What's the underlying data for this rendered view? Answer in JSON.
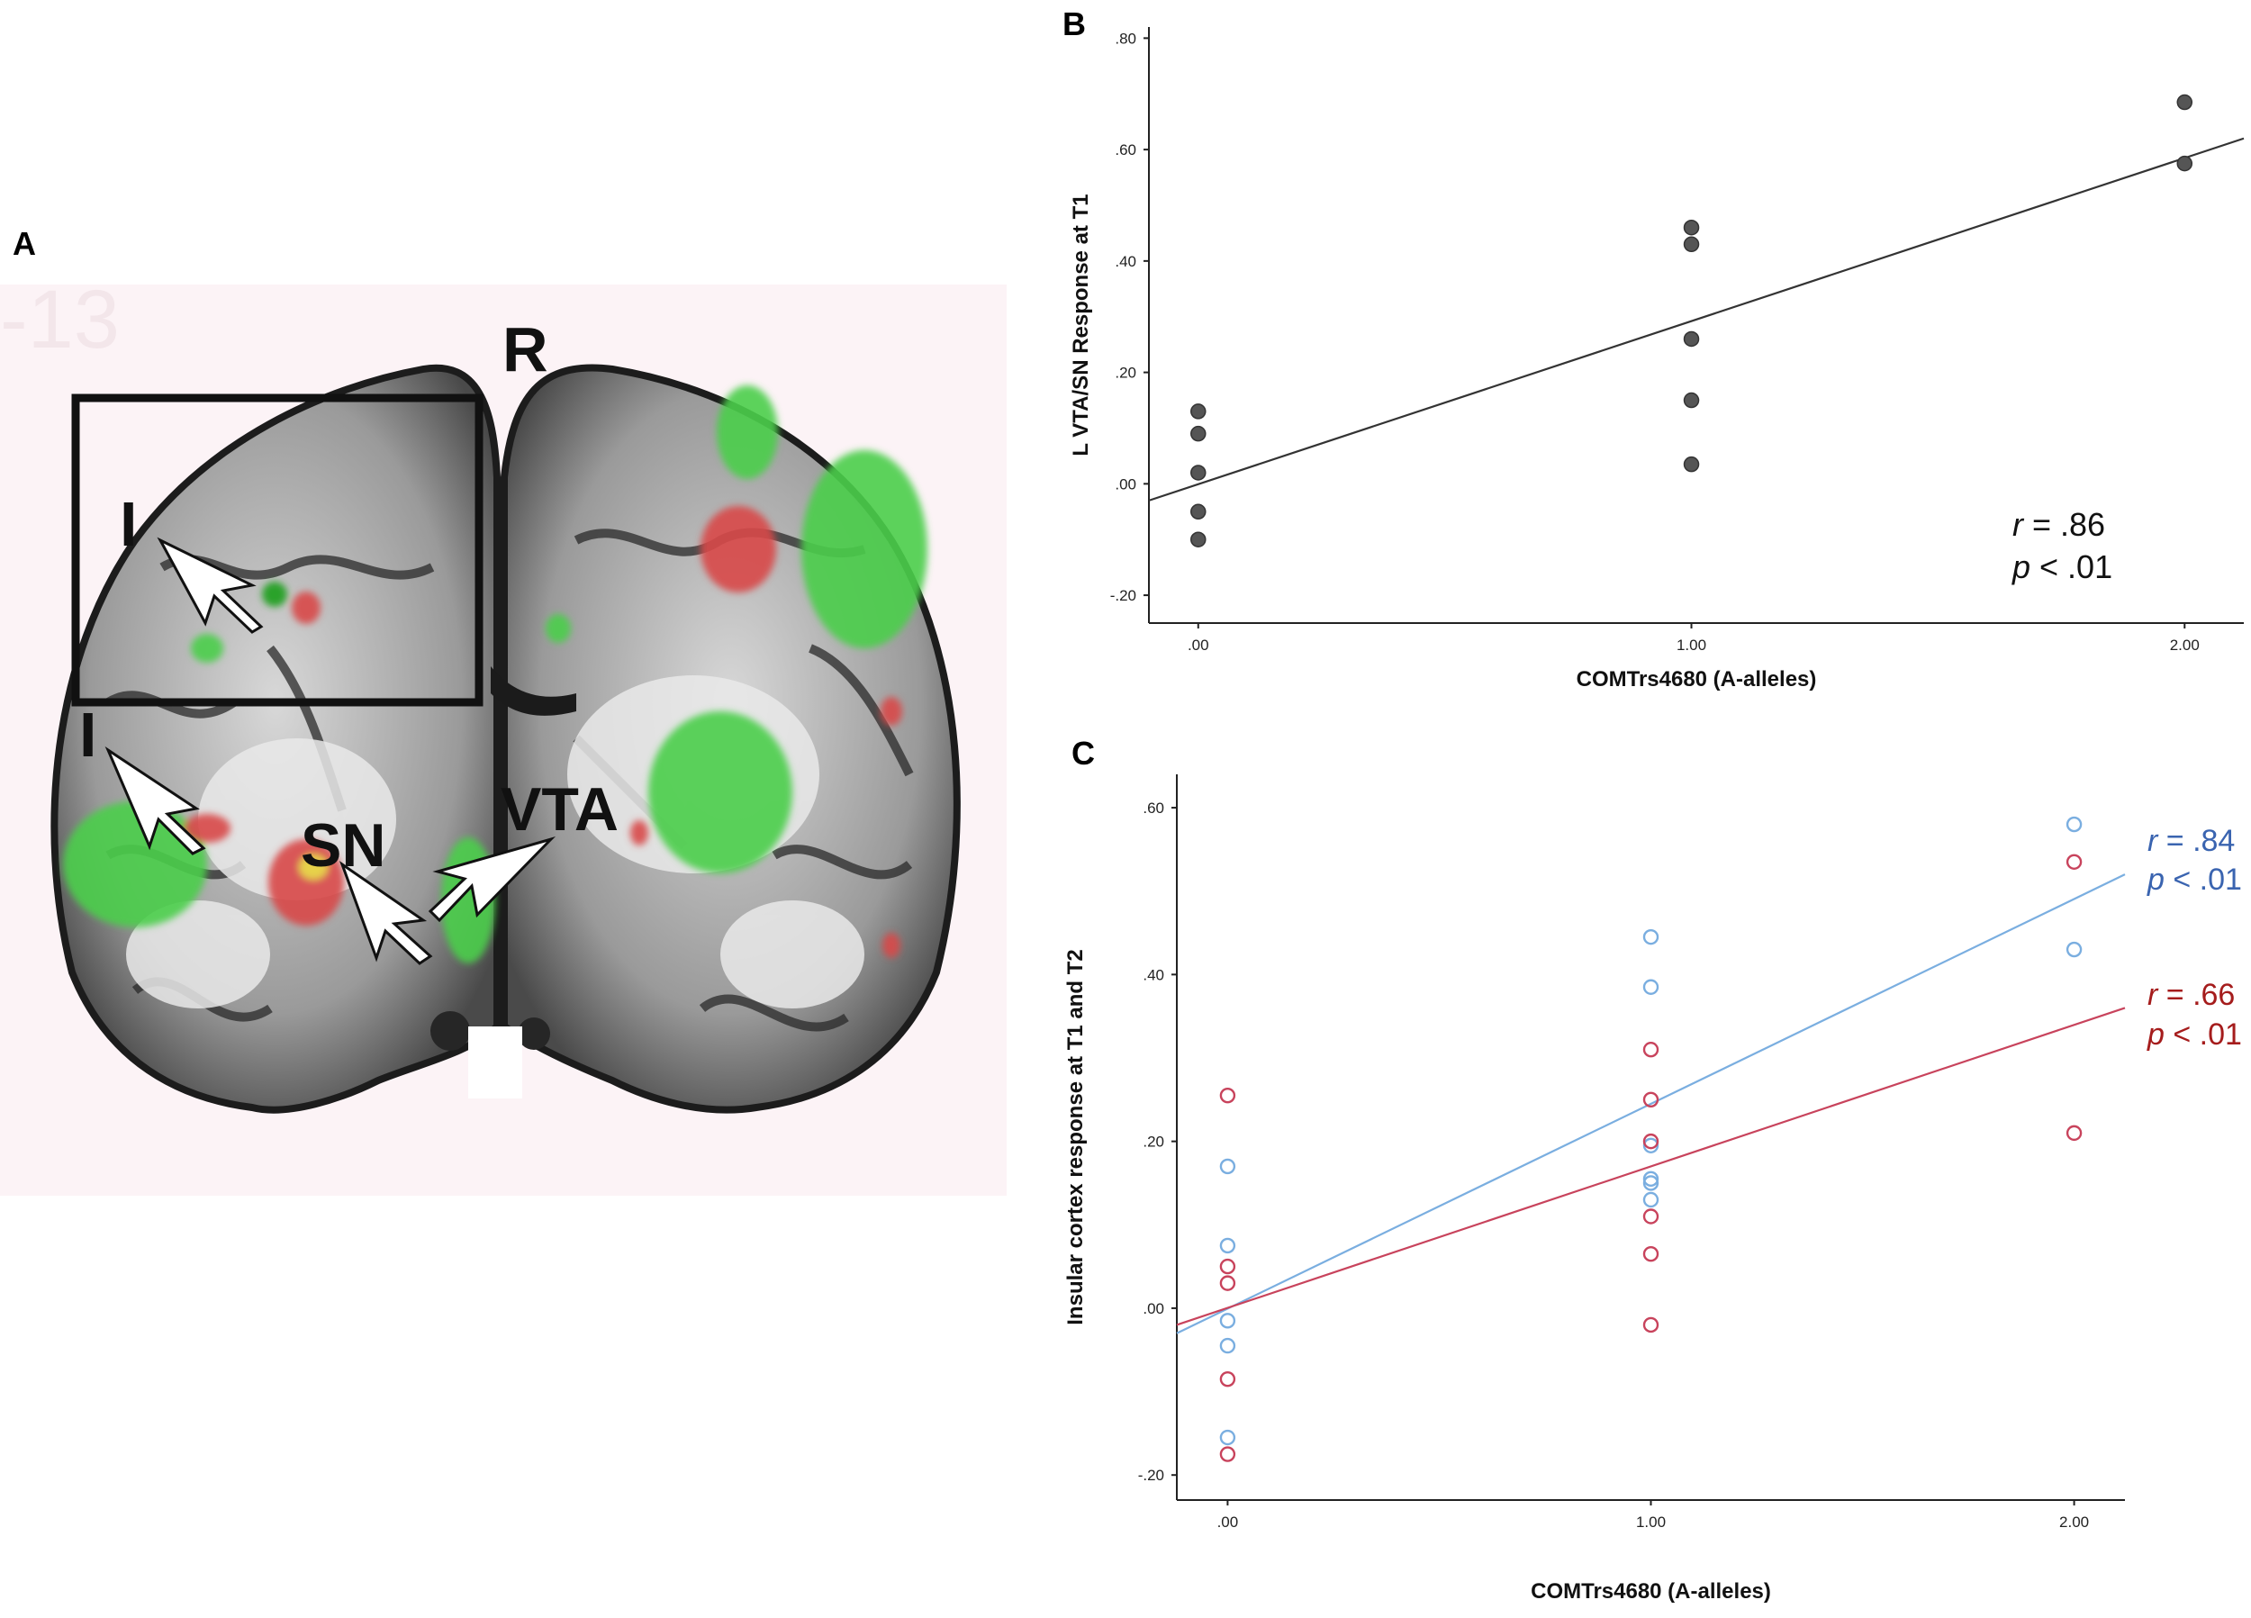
{
  "panels": {
    "a": {
      "letter": "A",
      "slice_number": "-13",
      "orientation_label": "R",
      "labels": {
        "insula_upper": "I",
        "insula_lower": "I",
        "sn": "SN",
        "vta": "VTA"
      },
      "colors": {
        "red": "#d94a4a",
        "green": "#4ccf4c",
        "yellow": "#e8d84a",
        "box": "#111111"
      }
    },
    "b": {
      "letter": "B"
    },
    "c": {
      "letter": "C"
    }
  },
  "chart_data": [
    {
      "type": "scatter",
      "panel": "B",
      "xlabel": "COMTrs4680 (A-alleles)",
      "ylabel": "L VTA/SN Response at T1",
      "xlim": [
        -0.1,
        2.12
      ],
      "ylim": [
        -0.25,
        0.82
      ],
      "xticks": [
        0,
        1,
        2
      ],
      "xtick_labels": [
        ".00",
        "1.00",
        "2.00"
      ],
      "yticks": [
        -0.2,
        0,
        0.2,
        0.4,
        0.6,
        0.8
      ],
      "ytick_labels": [
        "-.20",
        ".00",
        ".20",
        ".40",
        ".60",
        ".80"
      ],
      "series": [
        {
          "marker": "filled-circle",
          "color": "#555555",
          "points": [
            [
              0,
              0.13
            ],
            [
              0,
              0.09
            ],
            [
              0,
              0.02
            ],
            [
              0,
              -0.05
            ],
            [
              0,
              -0.1
            ],
            [
              1,
              0.46
            ],
            [
              1,
              0.43
            ],
            [
              1,
              0.26
            ],
            [
              1,
              0.15
            ],
            [
              1,
              0.035
            ],
            [
              2,
              0.685
            ],
            [
              2,
              0.575
            ]
          ]
        }
      ],
      "fit_lines": [
        {
          "color": "#333333",
          "x": [
            -0.1,
            2.12
          ],
          "y": [
            -0.03,
            0.62
          ]
        }
      ],
      "annotations": [
        {
          "stat": "r",
          "value": " = .86"
        },
        {
          "stat": "p",
          "value": " < .01"
        }
      ]
    },
    {
      "type": "scatter",
      "panel": "C",
      "xlabel": "COMTrs4680 (A-alleles)",
      "ylabel": "Insular cortex response at T1 and T2",
      "xlim": [
        -0.12,
        2.12
      ],
      "ylim": [
        -0.23,
        0.64
      ],
      "xticks": [
        0,
        1,
        2
      ],
      "xtick_labels": [
        ".00",
        "1.00",
        "2.00"
      ],
      "yticks": [
        -0.2,
        0,
        0.2,
        0.4,
        0.6
      ],
      "ytick_labels": [
        "-.20",
        ".00",
        ".20",
        ".40",
        ".60"
      ],
      "series": [
        {
          "marker": "open-circle",
          "color": "#7aaee0",
          "points": [
            [
              0,
              0.17
            ],
            [
              0,
              0.075
            ],
            [
              0,
              -0.015
            ],
            [
              0,
              -0.045
            ],
            [
              0,
              -0.155
            ],
            [
              1,
              0.445
            ],
            [
              1,
              0.385
            ],
            [
              1,
              0.195
            ],
            [
              1,
              0.155
            ],
            [
              1,
              0.15
            ],
            [
              1,
              0.13
            ],
            [
              2,
              0.58
            ],
            [
              2,
              0.43
            ]
          ]
        },
        {
          "marker": "open-circle",
          "color": "#c8435c",
          "points": [
            [
              0,
              0.255
            ],
            [
              0,
              0.05
            ],
            [
              0,
              0.03
            ],
            [
              0,
              -0.085
            ],
            [
              0,
              -0.175
            ],
            [
              1,
              0.31
            ],
            [
              1,
              0.25
            ],
            [
              1,
              0.2
            ],
            [
              1,
              0.11
            ],
            [
              1,
              0.065
            ],
            [
              1,
              -0.02
            ],
            [
              2,
              0.535
            ],
            [
              2,
              0.21
            ]
          ]
        }
      ],
      "fit_lines": [
        {
          "color": "#7aaee0",
          "x": [
            -0.12,
            2.12
          ],
          "y": [
            -0.03,
            0.52
          ]
        },
        {
          "color": "#c8435c",
          "x": [
            -0.12,
            2.12
          ],
          "y": [
            -0.02,
            0.36
          ]
        }
      ],
      "annotations": [
        {
          "stat": "r",
          "value": " = .84",
          "color": "#3a64b0"
        },
        {
          "stat": "p",
          "value": " < .01",
          "color": "#3a64b0"
        },
        {
          "stat": "r",
          "value": " = .66",
          "color": "#a51c1c"
        },
        {
          "stat": "p",
          "value": " < .01",
          "color": "#a51c1c"
        }
      ]
    }
  ]
}
